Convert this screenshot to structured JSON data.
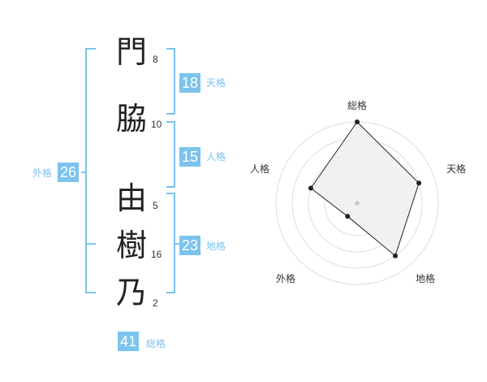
{
  "name_chars": [
    {
      "char": "門",
      "strokes": "8"
    },
    {
      "char": "脇",
      "strokes": "10"
    },
    {
      "char": "由",
      "strokes": "5"
    },
    {
      "char": "樹",
      "strokes": "16"
    },
    {
      "char": "乃",
      "strokes": "2"
    }
  ],
  "kakusu": {
    "ten": {
      "value": "18",
      "label": "天格"
    },
    "jin": {
      "value": "15",
      "label": "人格"
    },
    "chi": {
      "value": "23",
      "label": "地格"
    },
    "gai": {
      "value": "26",
      "label": "外格"
    },
    "sou": {
      "value": "41",
      "label": "総格"
    }
  },
  "colors": {
    "accent": "#7cc3ee",
    "text": "#222222",
    "radar_fill": "#eeeeee"
  },
  "chart_data": {
    "type": "radar",
    "axes": [
      "総格",
      "天格",
      "地格",
      "外格",
      "人格"
    ],
    "values": [
      5,
      4,
      4,
      1,
      3
    ],
    "max": 5,
    "rings": 5
  }
}
